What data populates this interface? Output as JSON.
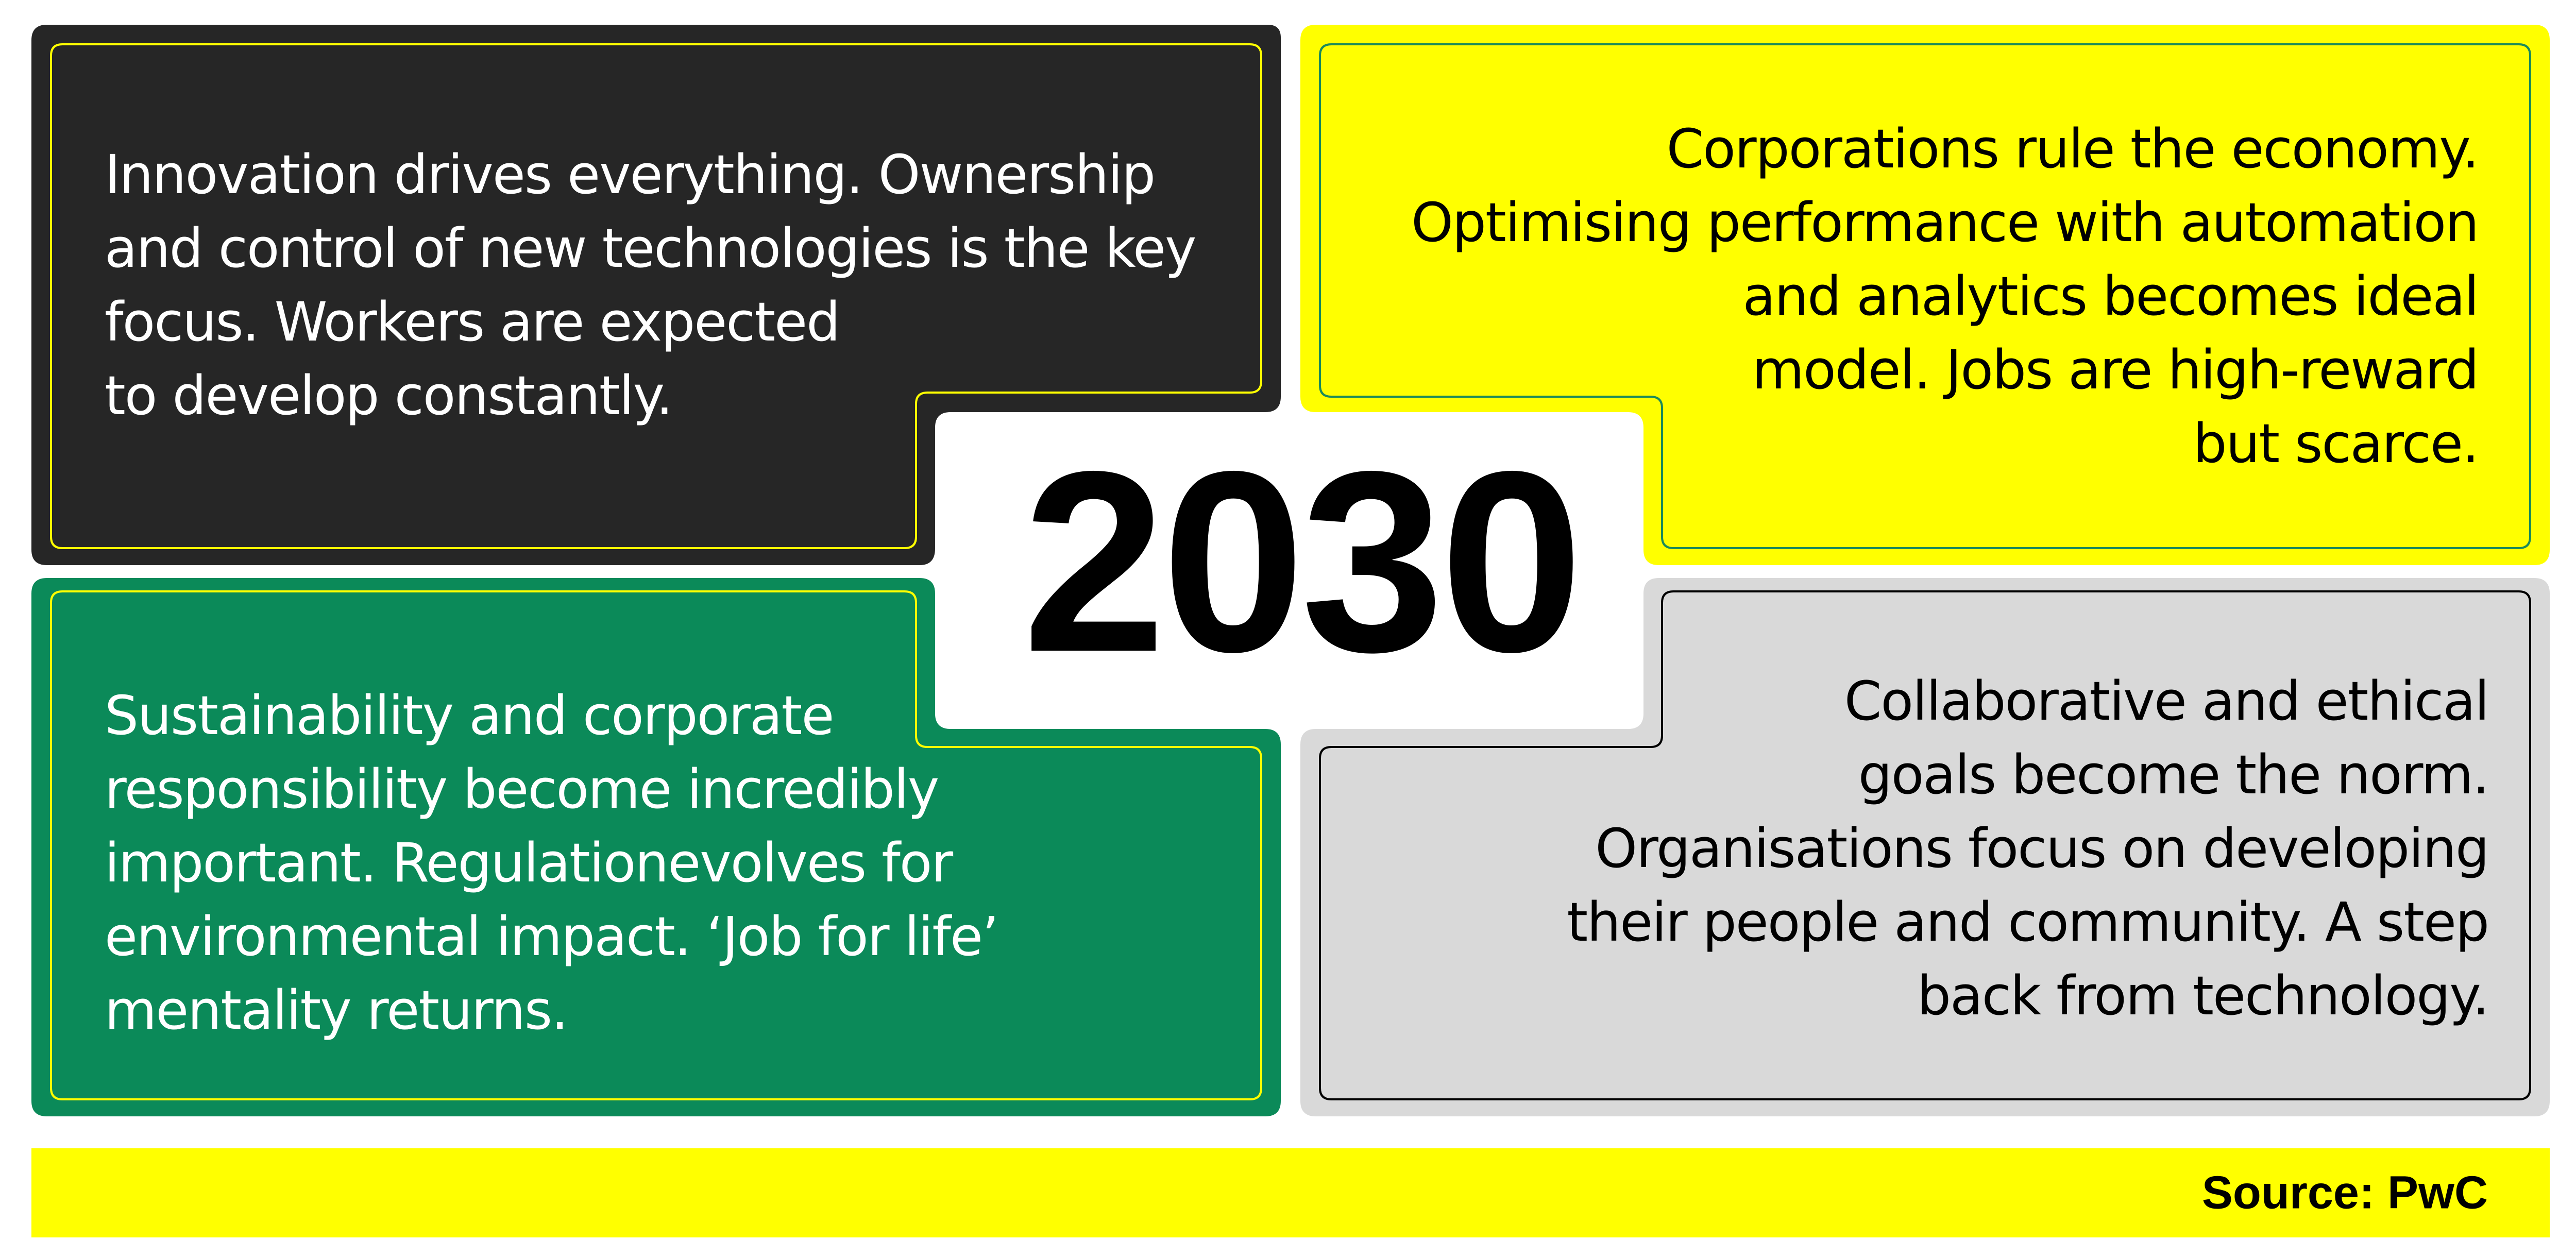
{
  "center": {
    "year": "2030"
  },
  "quadrants": {
    "top_left": {
      "text": "Innovation drives everything. Ownership\nand control of new technologies is the key\nfocus. Workers are expected\nto develop constantly.",
      "fill": "#262626",
      "outline": "#ffff00",
      "text_color": "#ffffff"
    },
    "top_right": {
      "text": "Corporations rule the economy.\nOptimising performance with automation\nand analytics becomes ideal\nmodel. Jobs are high-reward\nbut scarce.",
      "fill": "#ffff00",
      "outline": "#1b8a5a",
      "text_color": "#000000"
    },
    "bottom_left": {
      "text": "Sustainability and corporate\nresponsibility become incredibly\nimportant. Regulationevolves for\nenvironmental impact. ‘Job for life’\nmentality returns.",
      "fill": "#0b8a59",
      "outline": "#ffff00",
      "text_color": "#ffffff"
    },
    "bottom_right": {
      "text": "Collaborative and ethical\ngoals become the norm.\nOrganisations focus on developing\ntheir people and community. A step\nback from technology.",
      "fill": "#d9d9d9",
      "outline": "#000000",
      "text_color": "#000000"
    }
  },
  "footer": {
    "source": "Source: PwC",
    "fill": "#ffff00",
    "text_color": "#000000"
  }
}
